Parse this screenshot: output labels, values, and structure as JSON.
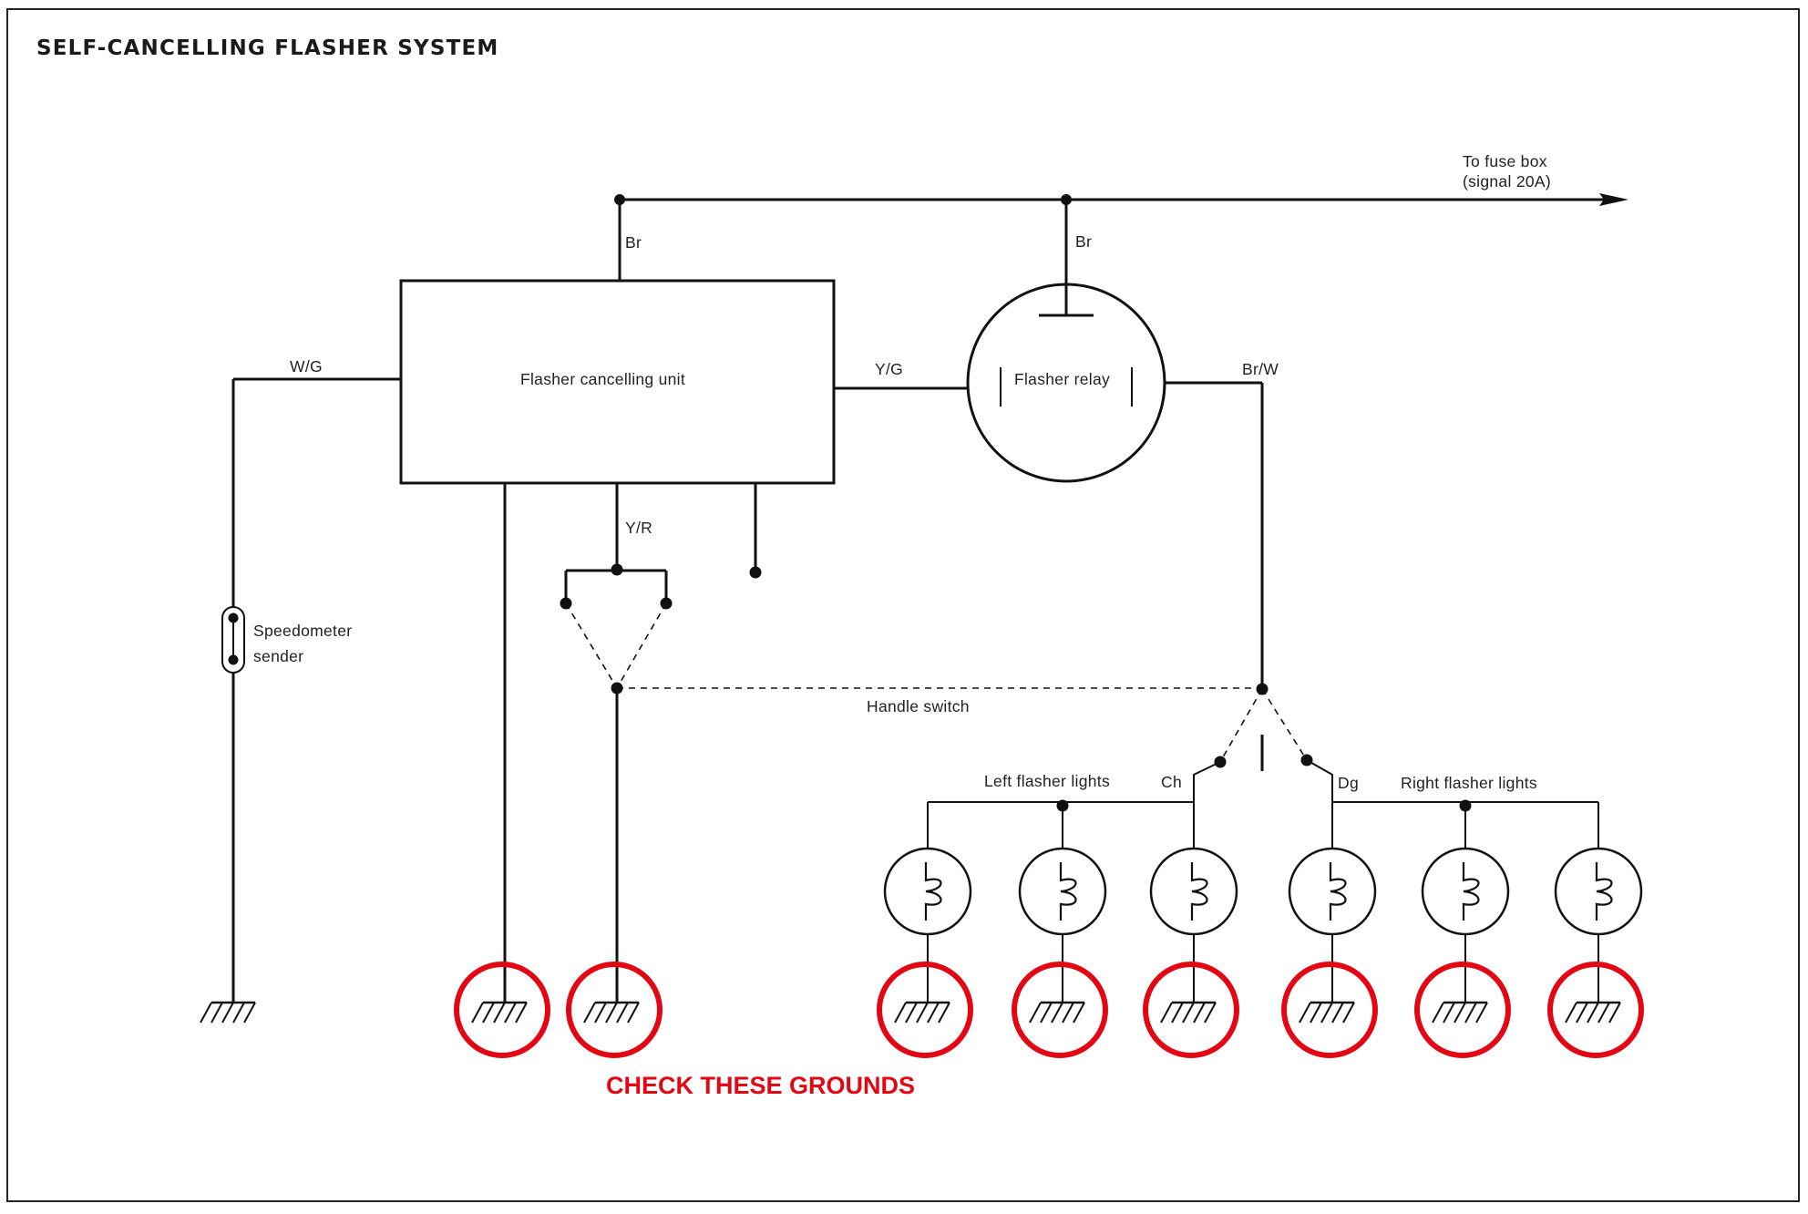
{
  "title": "SELF-CANCELLING FLASHER SYSTEM",
  "fuse_label_line1": "To fuse box",
  "fuse_label_line2": "(signal 20A)",
  "wires": {
    "br_left": "Br",
    "br_right": "Br",
    "wg": "W/G",
    "yg": "Y/G",
    "brw": "Br/W",
    "yr": "Y/R",
    "ch": "Ch",
    "dg": "Dg"
  },
  "components": {
    "cancelling_unit": "Flasher cancelling unit",
    "relay": "Flasher relay",
    "sender_line1": "Speedometer",
    "sender_line2": "sender",
    "handle_switch": "Handle switch",
    "left_lights": "Left flasher lights",
    "right_lights": "Right flasher lights"
  },
  "annotation": "CHECK THESE GROUNDS",
  "colors": {
    "line": "#111111",
    "highlight": "#e30613"
  }
}
